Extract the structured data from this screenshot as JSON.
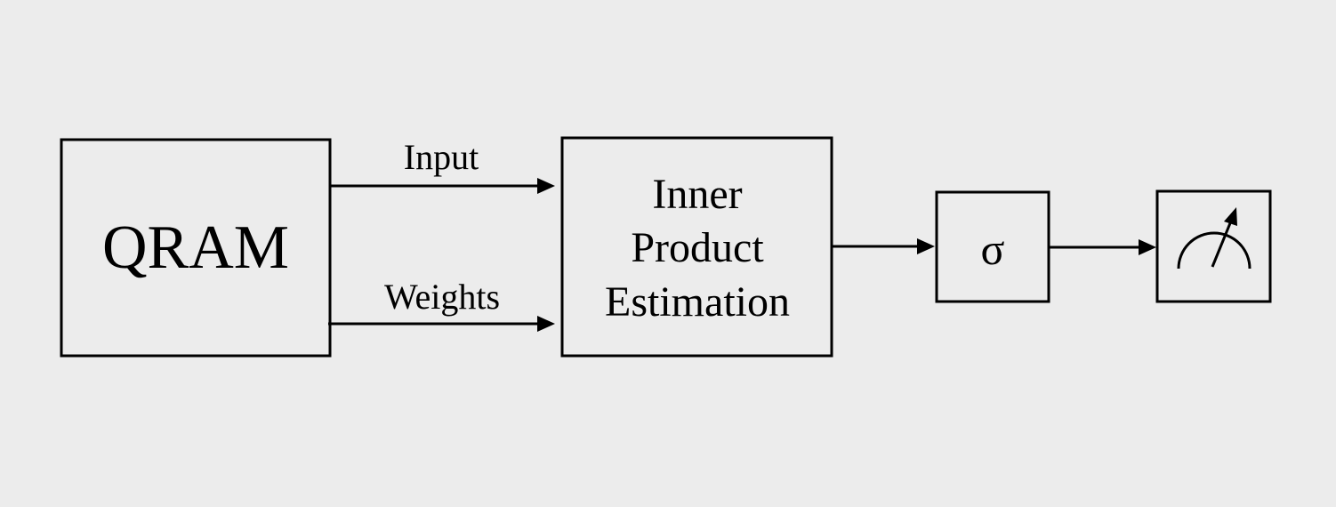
{
  "diagram": {
    "qram": {
      "label": "QRAM"
    },
    "inner_product": {
      "lines": [
        "Inner",
        "Product",
        "Estimation"
      ]
    },
    "sigma": {
      "label": "σ"
    },
    "measurement": {
      "icon": "measurement-meter-icon"
    },
    "edges": {
      "input": {
        "label": "Input"
      },
      "weights": {
        "label": "Weights"
      }
    },
    "colors": {
      "background": "#ececec",
      "stroke": "#000000"
    }
  }
}
